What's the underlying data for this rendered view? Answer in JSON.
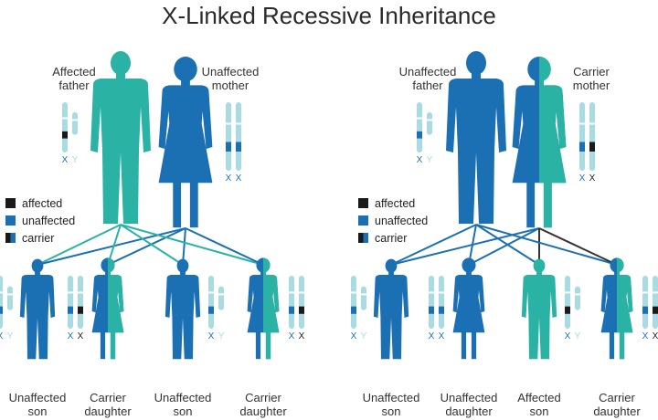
{
  "title": "X-Linked Recessive Inheritance",
  "colors": {
    "affected": "#1a1a1a",
    "unaffected": "#1b6fb3",
    "carrier_light": "#2ab3a4",
    "chromosome": "#a8dbe2"
  },
  "legend": {
    "affected": "affected",
    "unaffected": "unaffected",
    "carrier": "carrier"
  },
  "panels": [
    {
      "parents": {
        "father": {
          "label": [
            "Affected",
            "father"
          ],
          "status": "affected",
          "chr": [
            "X",
            "Y"
          ]
        },
        "mother": {
          "label": [
            "Unaffected",
            "mother"
          ],
          "status": "unaffected",
          "chr": [
            "X",
            "X"
          ]
        }
      },
      "children": [
        {
          "label": [
            "Unaffected",
            "son"
          ],
          "status": "unaffected",
          "chr": [
            "X",
            "Y"
          ]
        },
        {
          "label": [
            "Carrier",
            "daughter"
          ],
          "status": "carrier",
          "chr": [
            "X",
            "X"
          ]
        },
        {
          "label": [
            "Unaffected",
            "son"
          ],
          "status": "unaffected",
          "chr": [
            "X",
            "Y"
          ]
        },
        {
          "label": [
            "Carrier",
            "daughter"
          ],
          "status": "carrier",
          "chr": [
            "X",
            "X"
          ]
        }
      ]
    },
    {
      "parents": {
        "father": {
          "label": [
            "Unaffected",
            "father"
          ],
          "status": "unaffected",
          "chr": [
            "X",
            "Y"
          ]
        },
        "mother": {
          "label": [
            "Carrier",
            "mother"
          ],
          "status": "carrier",
          "chr": [
            "X",
            "X"
          ]
        }
      },
      "children": [
        {
          "label": [
            "Unaffected",
            "son"
          ],
          "status": "unaffected",
          "chr": [
            "X",
            "Y"
          ]
        },
        {
          "label": [
            "Unaffected",
            "daughter"
          ],
          "status": "unaffected",
          "chr": [
            "X",
            "X"
          ]
        },
        {
          "label": [
            "Affected",
            "son"
          ],
          "status": "affected",
          "chr": [
            "X",
            "Y"
          ]
        },
        {
          "label": [
            "Carrier",
            "daughter"
          ],
          "status": "carrier",
          "chr": [
            "X",
            "X"
          ]
        }
      ]
    }
  ]
}
